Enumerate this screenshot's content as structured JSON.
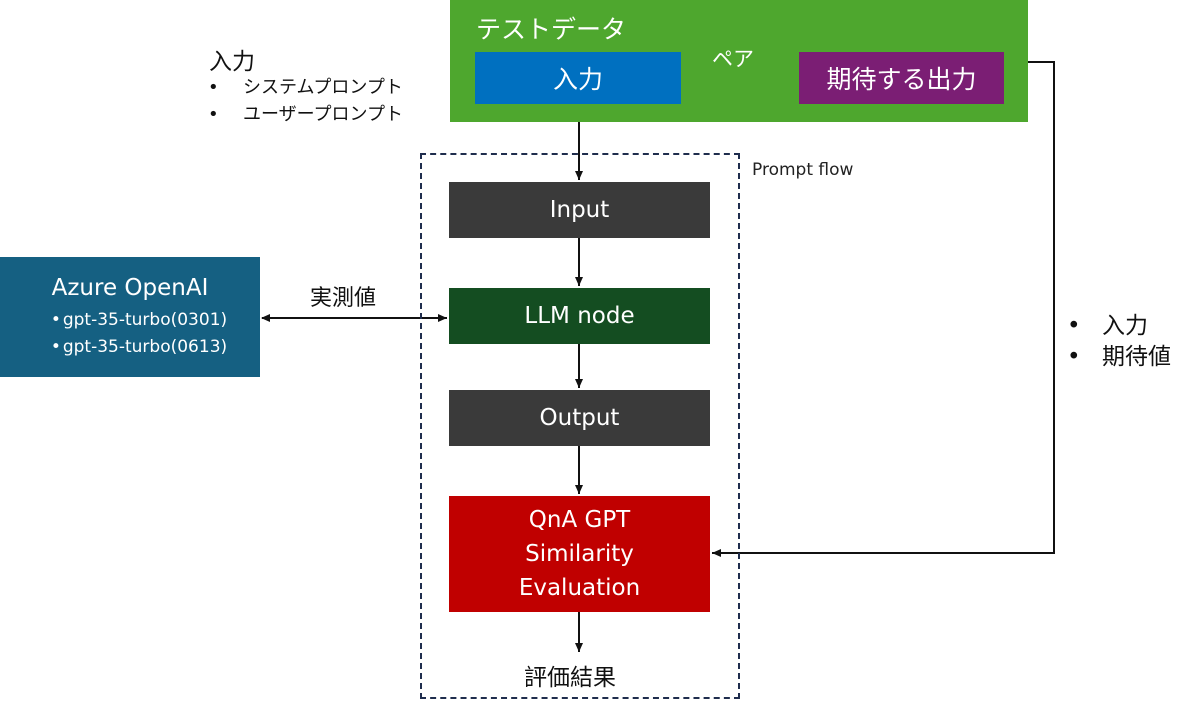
{
  "test_data": {
    "title": "テストデータ",
    "input_label": "入力",
    "expected_label": "期待する出力",
    "pair_label": "ペア"
  },
  "left_input": {
    "title": "入力",
    "items": [
      "システムプロンプト",
      "ユーザープロンプト"
    ]
  },
  "prompt_flow": {
    "label": "Prompt flow",
    "nodes": {
      "input": "Input",
      "llm": "LLM node",
      "output": "Output",
      "eval_lines": [
        "QnA GPT",
        "Similarity",
        "Evaluation"
      ]
    },
    "result_label": "評価結果"
  },
  "azure": {
    "title": "Azure OpenAI",
    "models": [
      "gpt-35-turbo(0301)",
      "gpt-35-turbo(0613)"
    ]
  },
  "measured_label": "実測値",
  "right_list": [
    "入力",
    "期待値"
  ],
  "colors": {
    "test_data_panel": "#4ea72e",
    "input_box": "#0070c0",
    "expected_box": "#7b1e74",
    "node_dark": "#3a3a3a",
    "node_llm": "#144d21",
    "node_eval": "#c00000",
    "azure": "#156082"
  }
}
